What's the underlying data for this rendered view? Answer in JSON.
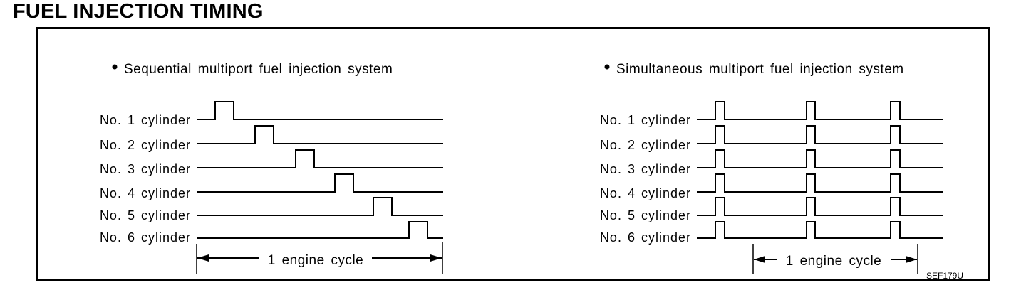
{
  "title": "FUEL INJECTION TIMING",
  "figure_code": "SEF179U",
  "panels": [
    {
      "bullet": "•",
      "heading": "Sequential multiport fuel injection system",
      "cycle_label": "1 engine cycle",
      "cylinders": [
        "No. 1 cylinder",
        "No. 2 cylinder",
        "No. 3 cylinder",
        "No. 4 cylinder",
        "No. 5 cylinder",
        "No. 6 cylinder"
      ]
    },
    {
      "bullet": "•",
      "heading": "Simultaneous multiport fuel injection system",
      "cycle_label": "1 engine cycle",
      "cylinders": [
        "No. 1 cylinder",
        "No. 2 cylinder",
        "No. 3 cylinder",
        "No. 4 cylinder",
        "No. 5 cylinder",
        "No. 6 cylinder"
      ]
    }
  ]
}
